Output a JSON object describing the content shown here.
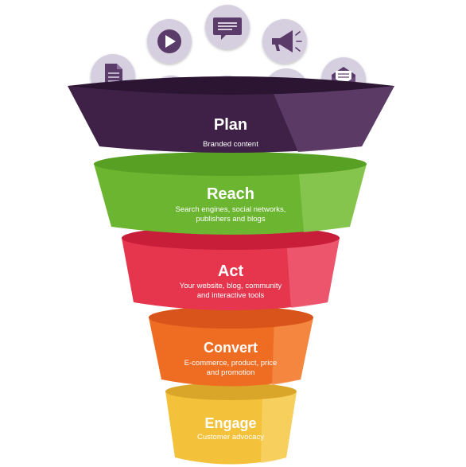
{
  "funnel": {
    "icons": [
      {
        "name": "document-icon"
      },
      {
        "name": "play-video-icon"
      },
      {
        "name": "chat-message-icon"
      },
      {
        "name": "megaphone-icon"
      },
      {
        "name": "email-icon"
      },
      {
        "name": "calendar-icon"
      },
      {
        "name": "star-badge-icon"
      },
      {
        "name": "notebook-icon"
      }
    ],
    "stages": [
      {
        "title": "Plan",
        "line1": "Branded content",
        "line2": "",
        "color": "#3f2148"
      },
      {
        "title": "Reach",
        "line1": "Search engines, social networks,",
        "line2": "publishers and blogs",
        "color": "#69b531"
      },
      {
        "title": "Act",
        "line1": "Your website, blog, community",
        "line2": "and interactive tools",
        "color": "#e7354f"
      },
      {
        "title": "Convert",
        "line1": "E-commerce, product, price",
        "line2": "and promotion",
        "color": "#f07324"
      },
      {
        "title": "Engage",
        "line1": "Customer advocacy",
        "line2": "",
        "color": "#f5c540"
      }
    ]
  }
}
